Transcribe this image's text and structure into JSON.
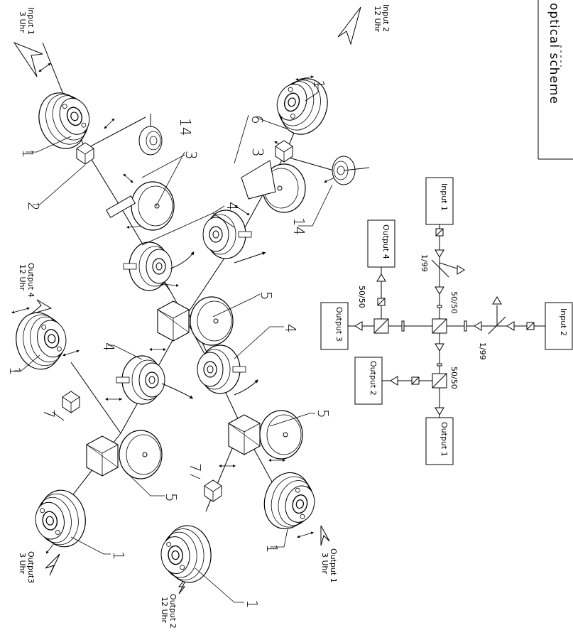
{
  "title": "optical scheme",
  "inputs": {
    "input1_label": "Input 1",
    "input1_time": "3 Uhr",
    "input2_label": "Input 2",
    "input2_time": "12 Uhr"
  },
  "outputs": {
    "output1_label": "Output 1",
    "output1_time": "3 Uhr",
    "output2_label": "Output 2",
    "output2_time": "12 Uhr",
    "output3_label": "Output3",
    "output3_time": "3 Uhr",
    "output4_label": "Output 4",
    "output4_time": "12 Uhr"
  },
  "part_numbers": {
    "p1": "1",
    "p2": "2",
    "p3": "3",
    "p4": "4",
    "p5": "5",
    "p6": "6",
    "p7": "7",
    "p14": "14"
  },
  "schematic": {
    "input1": "Input 1",
    "input2": "Input 2",
    "output1": "Output 1",
    "output2": "Output 2",
    "output3": "Output 3",
    "output4": "Output 4",
    "ratio_1_99": "1/99",
    "ratio_50_50": "50/50"
  }
}
